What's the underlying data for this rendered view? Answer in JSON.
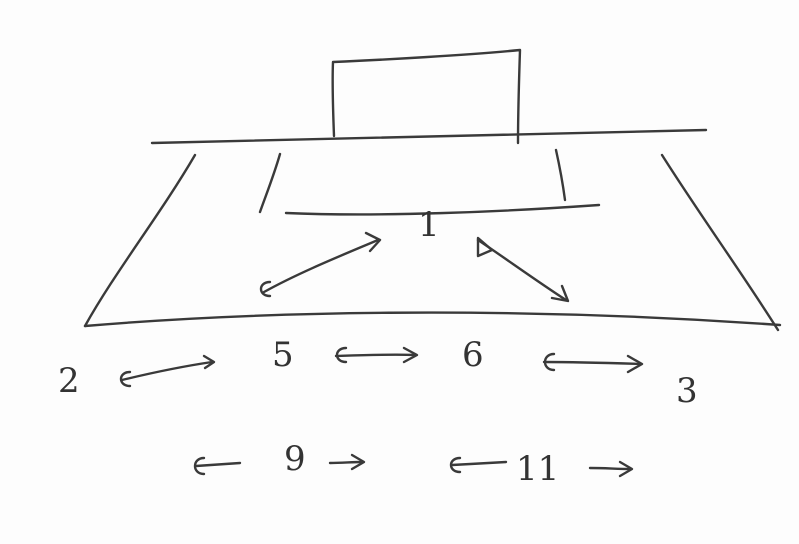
{
  "diagram": {
    "ink_color": "#3a3a3a",
    "paper_color": "#fdfdfd",
    "labels": {
      "goalkeeper": "1",
      "left_back": "2",
      "right_back": "3",
      "center_back_left": "5",
      "center_back_right": "6",
      "striker_left": "9",
      "striker_right": "11"
    }
  }
}
